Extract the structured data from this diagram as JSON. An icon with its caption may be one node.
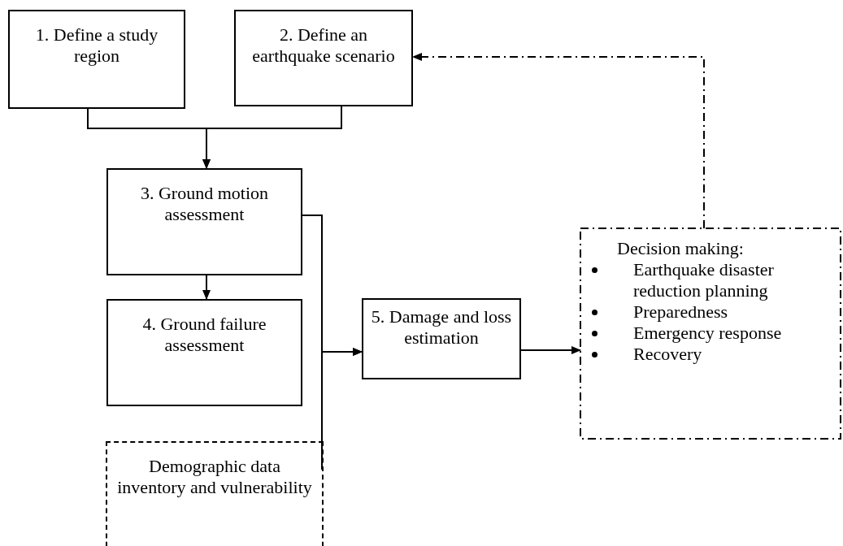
{
  "diagram": {
    "nodes": [
      {
        "text": [
          "1. Define a study region"
        ]
      },
      {
        "text": [
          "2. Define an earthquake scenario"
        ]
      },
      {
        "text": [
          "3. Ground motion assessment"
        ]
      },
      {
        "text": [
          "4. Ground failure assessment"
        ]
      },
      {
        "text": [
          "5. Damage and loss estimation"
        ]
      },
      {
        "text": [
          "Decision making:",
          "Earthquake disaster reduction planning",
          "Preparedness",
          "Emergency response",
          "Recovery"
        ]
      },
      {
        "text": [
          "Demographic data inventory and vulnerability"
        ]
      }
    ],
    "edges": [
      {
        "from": 0,
        "to": 2,
        "arrow": "to"
      },
      {
        "from": 1,
        "to": 2,
        "arrow": "to"
      },
      {
        "from": 2,
        "to": 3,
        "arrow": "to"
      },
      {
        "from": 2,
        "to": 4,
        "arrow": "to"
      },
      {
        "from": 6,
        "to": 4,
        "arrow": "to"
      },
      {
        "from": 4,
        "to": 5,
        "arrow": "to"
      },
      {
        "from": 5,
        "to": 1,
        "arrow": "to",
        "style": "dashed"
      }
    ]
  }
}
